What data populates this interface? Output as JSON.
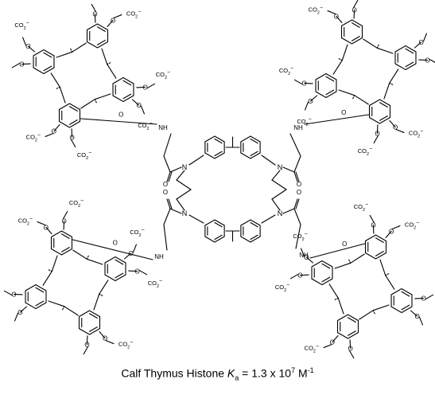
{
  "molecule": {
    "co2_label": "CO",
    "co2_sub": "2",
    "charge": "−",
    "nh_label": "NH",
    "n_label": "N",
    "o_label": "O"
  },
  "caption": {
    "prefix": "Calf Thymus Histone ",
    "k": "K",
    "k_sub": "a",
    "eq": " = 1.3 x 10",
    "exp": "7",
    "unit": " M",
    "unit_exp": "-1"
  }
}
